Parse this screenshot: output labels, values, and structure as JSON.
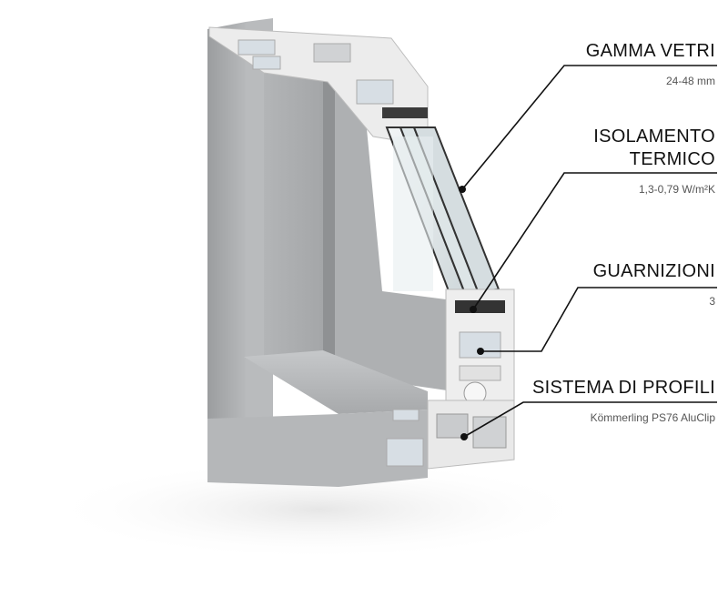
{
  "features": [
    {
      "title": "GAMMA VETRI",
      "value": "24-48 mm"
    },
    {
      "title": "ISOLAMENTO TERMICO",
      "title_lines": [
        "ISOLAMENTO",
        "TERMICO"
      ],
      "value": "1,3-0,79 W/m²K"
    },
    {
      "title": "GUARNIZIONI",
      "value": "3"
    },
    {
      "title": "SISTEMA DI PROFILI",
      "value": "Kömmerling PS76 AluClip"
    }
  ],
  "colors": {
    "frame_gray": "#a9abad",
    "frame_light": "#c4c6c8",
    "profile_white": "#eeeeee",
    "line": "#111111",
    "glass": "#dfe6e8"
  }
}
